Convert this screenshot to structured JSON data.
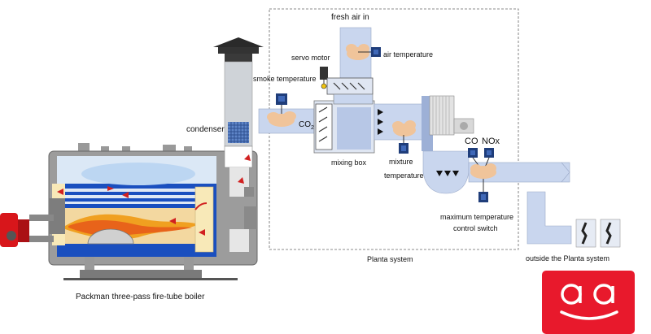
{
  "labels": {
    "fresh_air_in": "fresh air in",
    "air_temperature": "air temperature",
    "servo_motor": "servo motor",
    "smoke_temperature": "smoke temperature",
    "co2": "CO",
    "co2_sub": "2",
    "condenser": "condenser",
    "mixing_box": "mixing box",
    "mixture": "mixture",
    "temperature": "temperature",
    "co": "CO",
    "nox": "NOx",
    "max_temp_line1": "maximum temperature",
    "max_temp_line2": "control switch",
    "planta_system": "Planta system",
    "outside_planta": "outside the Planta system",
    "boiler_caption": "Packman three-pass fire-tube boiler"
  },
  "logo": {
    "letters": "a a",
    "color": "#e8192c"
  },
  "colors": {
    "duct": "#c9d6ee",
    "water": "#1a4fbf",
    "water_light": "#5a8ee8",
    "flame": "#f0a020",
    "cloud": "#f0c49a",
    "sensor": "#1f3d7a",
    "boiler_shell": "#8a8a8a"
  }
}
